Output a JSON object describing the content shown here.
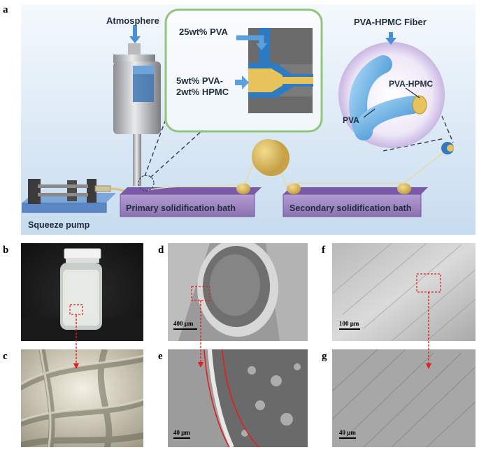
{
  "panel_letters": {
    "a": "a",
    "b": "b",
    "c": "c",
    "d": "d",
    "e": "e",
    "f": "f",
    "g": "g"
  },
  "schematic": {
    "atmosphere": "Atmosphere",
    "pva_25": "25wt% PVA",
    "pva_5_line1": "5wt% PVA-",
    "pva_5_line2": "2wt% HPMC",
    "fiber_title": "PVA-HPMC Fiber",
    "fiber_core": "PVA-HPMC",
    "fiber_shell": "PVA",
    "primary_bath": "Primary solidification bath",
    "secondary_bath": "Secondary solidification bath",
    "pump": "Squeeze pump"
  },
  "scale_bars": {
    "d": "400 μm",
    "e": "40 μm",
    "f": "100 μm",
    "g": "40 μm"
  },
  "colors": {
    "accent_blue": "#4a90d9",
    "bath_purple": "#9b7fbf",
    "highlight_red": "#e02020",
    "core_gold": "#e8c25a"
  }
}
